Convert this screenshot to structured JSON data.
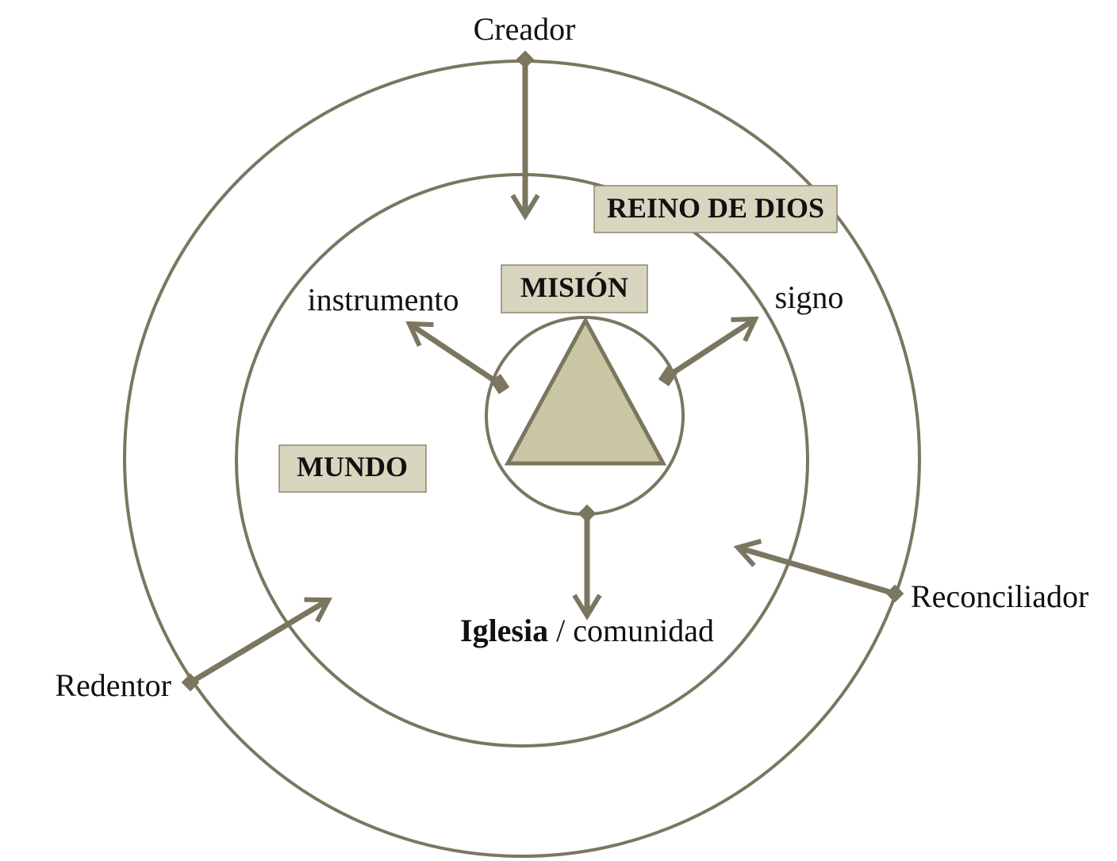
{
  "colors": {
    "stroke": "#7a7660",
    "triangle_fill": "#c9c6a3",
    "box_fill": "#d9d6bf",
    "text": "#111111"
  },
  "labels": {
    "creador": "Creador",
    "redentor": "Redentor",
    "reconciliador": "Reconciliador",
    "instrumento": "instrumento",
    "signo": "signo",
    "iglesia": "Iglesia",
    "comunidad": " / comunidad"
  },
  "boxes": {
    "reino": "REINO DE DIOS",
    "mision": "MISIÓN",
    "mundo": "MUNDO"
  },
  "icons": [
    "triangle-icon",
    "arrow-icon",
    "diamond-tail-icon"
  ]
}
